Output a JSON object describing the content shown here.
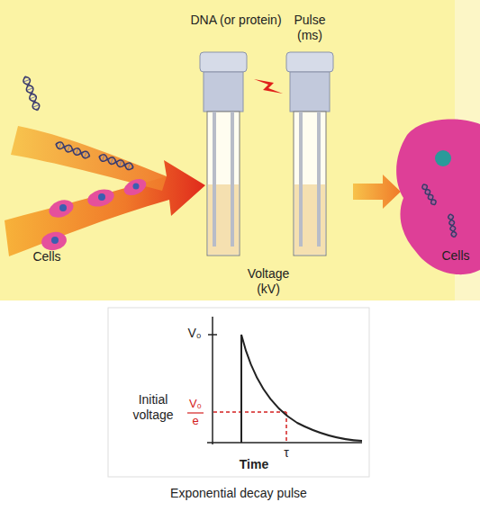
{
  "diagram": {
    "caption": "Exponential decay pulse",
    "labels": [
      "DNA (or protein)",
      "Pulse (ms)",
      "Cells",
      "Voltage (kV)",
      "Cells",
      "V₀",
      "Initial voltage",
      "V₀",
      "e",
      "τ",
      "Time"
    ]
  }
}
